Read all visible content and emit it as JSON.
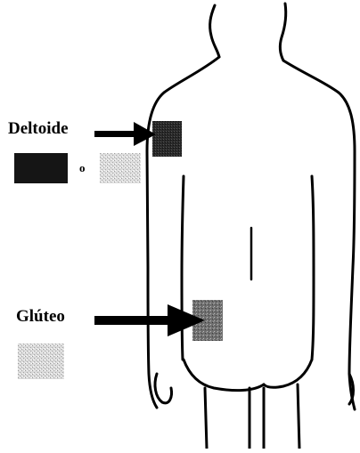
{
  "labels": {
    "deltoid": "Deltoide",
    "gluteal": "Glúteo",
    "legend_or": "o"
  },
  "colors": {
    "outline": "#000000",
    "dark_fill": "#111111",
    "light_fill": "#bdbdbd",
    "background": "#ffffff"
  }
}
